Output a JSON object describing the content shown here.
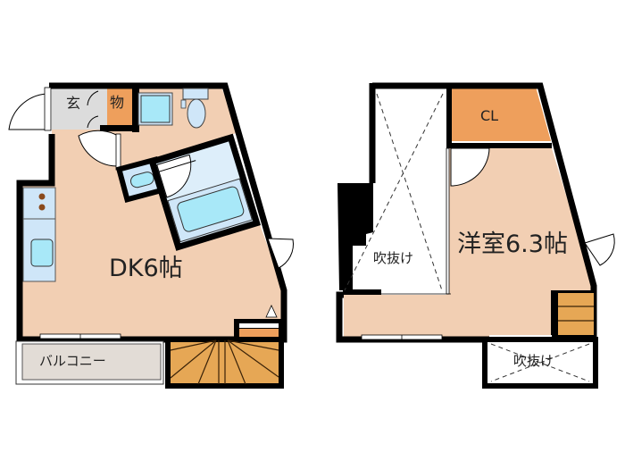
{
  "floorplan": {
    "first_floor": {
      "rooms": {
        "entrance": "玄",
        "storage": "物",
        "dk": "DK6帖",
        "balcony": "バルコニー"
      }
    },
    "second_floor": {
      "rooms": {
        "closet": "CL",
        "western_room": "洋室6.3帖",
        "void_left": "吹抜け",
        "void_bottom": "吹抜け"
      }
    },
    "colors": {
      "wall": "#000000",
      "room_floor": "#f2cfb3",
      "storage": "#ee9f5c",
      "stairs": "#e6a755",
      "wet_area": "#cfe6f8",
      "fixture": "#a8e8f8",
      "entrance": "#dcdcdc",
      "balcony": "#e2dcd6"
    }
  }
}
